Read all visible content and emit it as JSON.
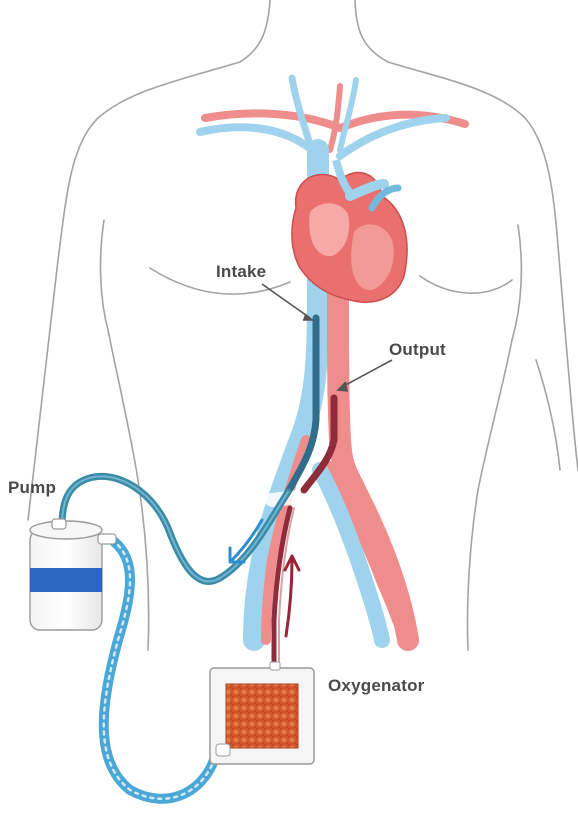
{
  "labels": {
    "intake": "Intake",
    "output": "Output",
    "pump": "Pump",
    "oxygenator": "Oxygenator"
  },
  "colors": {
    "outline": "#a3a3a3",
    "vein": "#9fd2ec",
    "vein_dark": "#73b9dc",
    "artery": "#ef8d8d",
    "artery_dark": "#e06a6a",
    "heart": "#ea6f6f",
    "heart_light": "#f6a9a6",
    "cannula_blue": "#2f6d8c",
    "cannula_red": "#8e2c3c",
    "tube_blue": "#4aa7d6",
    "tube_teal": "#3a8aa8",
    "pump_band": "#2b66c4",
    "oxy_core": "#d2552b",
    "arrow_blue": "#2d8fd0",
    "arrow_red": "#9b2337",
    "label_text": "#4a4a4a"
  },
  "icons": {
    "heart": "heart-icon",
    "pump": "pump-icon",
    "oxygenator": "oxygenator-icon"
  }
}
